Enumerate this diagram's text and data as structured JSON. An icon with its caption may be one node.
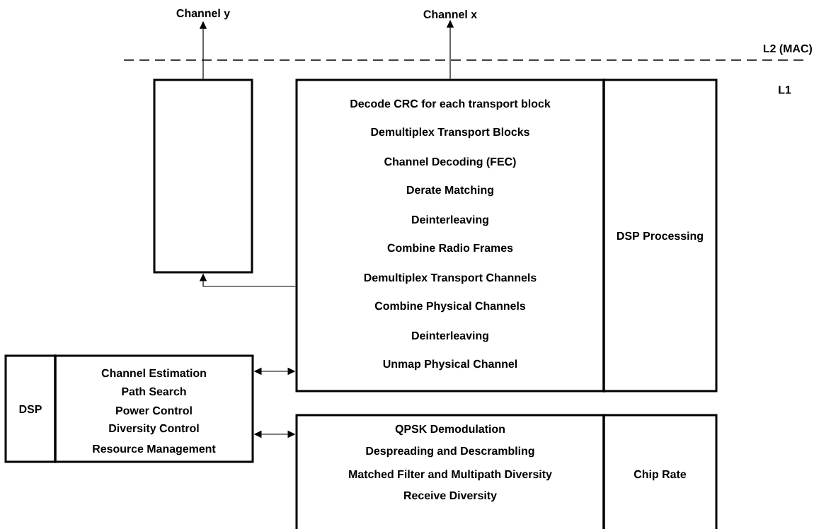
{
  "diagram": {
    "nodes": [
      {
        "text": [
          "Channel y"
        ]
      },
      {
        "text": [
          "Channel x"
        ]
      },
      {
        "text": [],
        "shape": "box"
      },
      {
        "text": [
          "Decode CRC for each transport block",
          "Demultiplex Transport Blocks",
          "Channel Decoding (FEC)",
          "Derate Matching",
          "Deinterleaving",
          "Combine Radio Frames",
          "Demultiplex Transport Channels",
          "Combine Physical Channels",
          "Deinterleaving",
          "Unmap Physical Channel"
        ]
      },
      {
        "text": [
          "DSP Processing"
        ]
      },
      {
        "text": [
          "DSP"
        ]
      },
      {
        "text": [
          "Channel Estimation",
          "Path Search",
          "Power Control",
          "Diversity Control",
          "Resource Management"
        ]
      },
      {
        "text": [
          "QPSK Demodulation",
          "Despreading and Descrambling",
          "Matched Filter and  Multipath Diversity",
          "Receive Diversity"
        ]
      },
      {
        "text": [
          "Chip Rate"
        ]
      }
    ],
    "edges": [
      {
        "from": 2,
        "to": 0,
        "arrow": "to"
      },
      {
        "from": 3,
        "to": 1,
        "arrow": "to"
      },
      {
        "from": 3,
        "to": 2,
        "arrow": "to"
      },
      {
        "from": 6,
        "to": 3,
        "arrow": "both"
      },
      {
        "from": 6,
        "to": 7,
        "arrow": "both"
      }
    ],
    "labels": [
      "L2 (MAC)",
      "L1"
    ]
  }
}
